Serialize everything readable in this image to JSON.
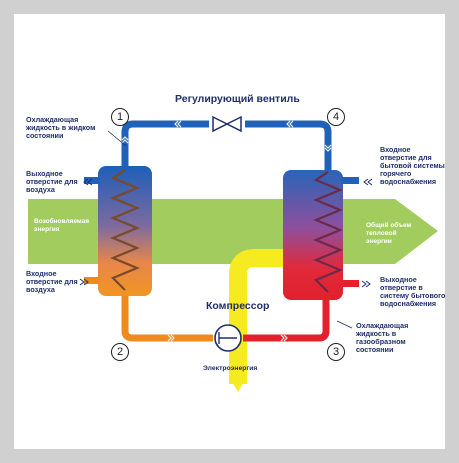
{
  "title": "Регулирующий вентиль",
  "compressor_label": "Компрессор",
  "electricity_label": "Электроэнергия",
  "renewable_label": "Возобновляемая энергия",
  "total_heat_label": "Общий объем тепловой энергии",
  "left_labels": {
    "cooling_liquid": "Охлаждающая жидкость в жидком состоянии",
    "air_outlet": "Выходное отверстие для воздуха",
    "air_inlet": "Входное отверстие для воздуха"
  },
  "right_labels": {
    "hot_water_inlet": "Входное отверстие для бытовой системы горячего водоснабжения",
    "hot_water_outlet": "Выходное отверстие в систему бытового водоснабжения",
    "cooling_gas": "Охлаждающая жидкость в газообразном состоянии"
  },
  "numbers": {
    "n1": "1",
    "n2": "2",
    "n3": "3",
    "n4": "4"
  },
  "colors": {
    "cold_pipe": "#1f63b8",
    "hot_pipe": "#e8262a",
    "warm_pipe": "#f08a1c",
    "renewable_arrow": "#9fcb5a",
    "electric_arrow": "#f7ea25",
    "border": "#d0d0d0",
    "text": "#1f2f6b"
  }
}
